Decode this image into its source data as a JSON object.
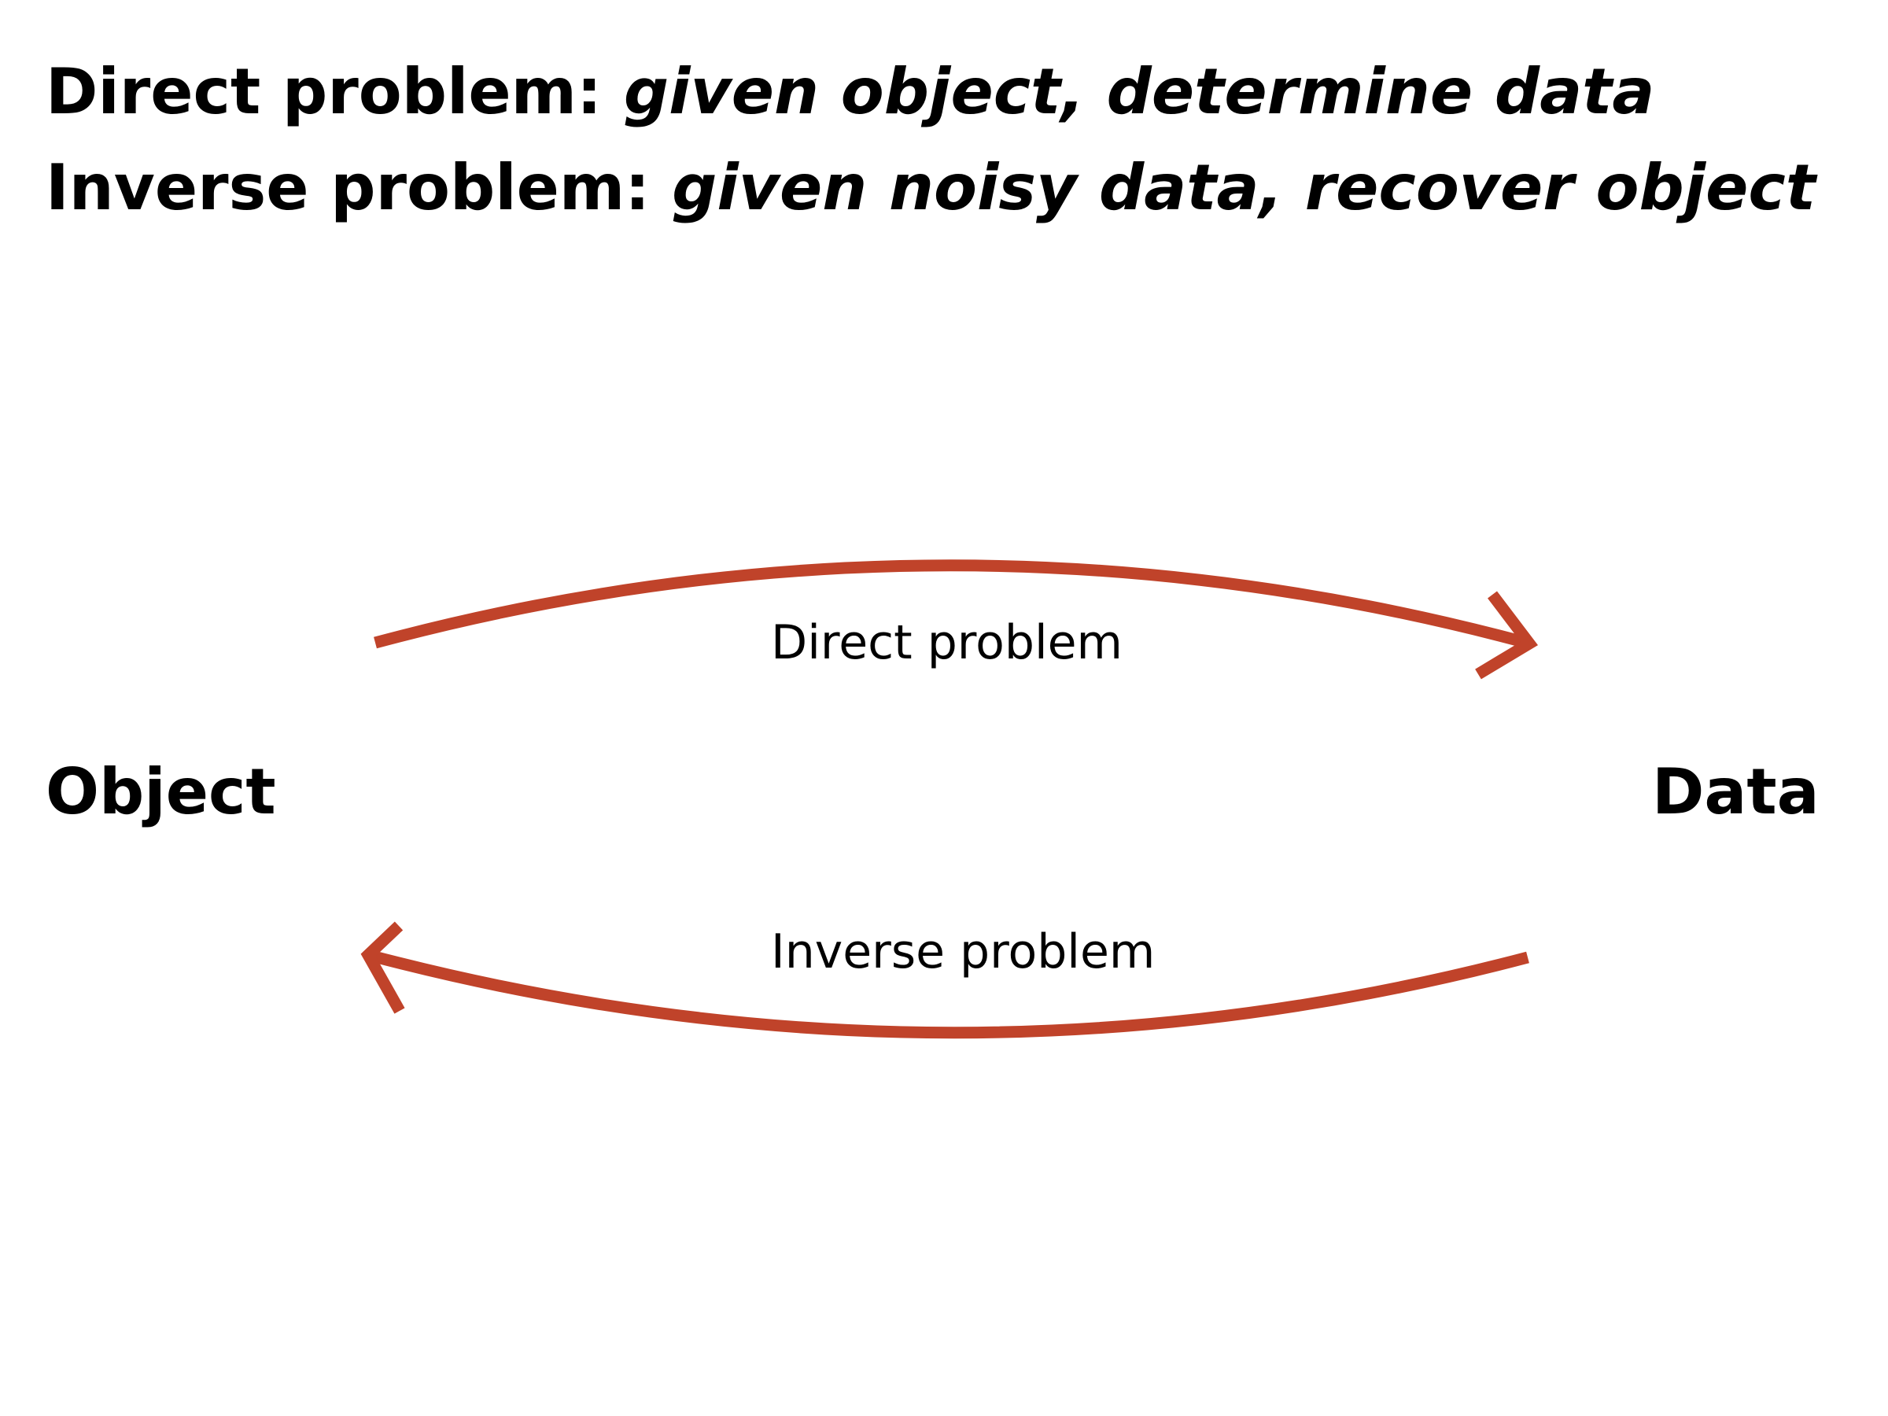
{
  "header": {
    "line1": {
      "label": "Direct problem:",
      "text": "given object, determine data"
    },
    "line2": {
      "label": "Inverse problem:",
      "text": "given noisy data, recover object"
    }
  },
  "nodes": {
    "left": "Object",
    "right": "Data"
  },
  "edges": {
    "forward": {
      "label": "Direct problem",
      "direction": "Object → Data"
    },
    "backward": {
      "label": "Inverse problem",
      "direction": "Data → Object"
    }
  },
  "colors": {
    "arrow": "#C0432A",
    "text": "#000000",
    "background": "#FFFFFF"
  }
}
